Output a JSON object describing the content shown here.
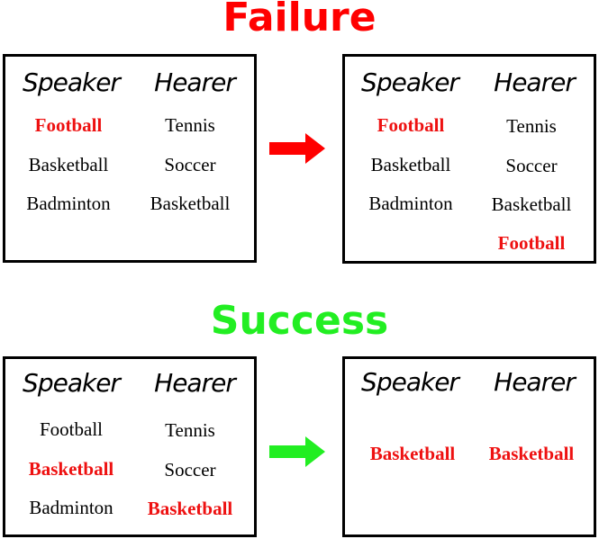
{
  "failure": {
    "title": "Failure",
    "arrow_color": "#ff0000",
    "before": {
      "speaker_header": "Speaker",
      "hearer_header": "Hearer",
      "speaker": [
        "Football",
        "Basketball",
        "Badminton"
      ],
      "hearer": [
        "Tennis",
        "Soccer",
        "Basketball"
      ]
    },
    "after": {
      "speaker_header": "Speaker",
      "hearer_header": "Hearer",
      "speaker": [
        "Football",
        "Basketball",
        "Badminton"
      ],
      "hearer": [
        "Tennis",
        "Soccer",
        "Basketball",
        "Football"
      ]
    }
  },
  "success": {
    "title": "Success",
    "arrow_color": "#22ee22",
    "before": {
      "speaker_header": "Speaker",
      "hearer_header": "Hearer",
      "speaker": [
        "Football",
        "Basketball",
        "Badminton"
      ],
      "hearer": [
        "Tennis",
        "Soccer",
        "Basketball"
      ]
    },
    "after": {
      "speaker_header": "Speaker",
      "hearer_header": "Hearer",
      "speaker": [
        "Basketball"
      ],
      "hearer": [
        "Basketball"
      ]
    }
  },
  "colors": {
    "highlight": "#ee1111",
    "failure_title": "#ff0000",
    "success_title": "#22ee22"
  }
}
